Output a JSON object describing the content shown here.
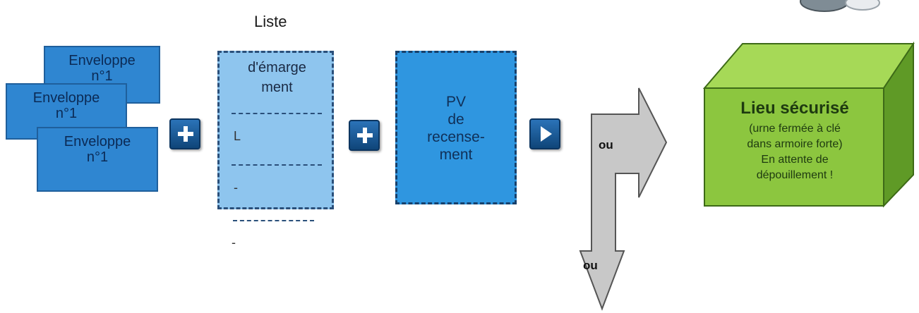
{
  "envelopes": [
    {
      "line1": "Enveloppe",
      "line2": "n°1"
    },
    {
      "line1": "Enveloppe",
      "line2": "n°1"
    },
    {
      "line1": "Enveloppe",
      "line2": "n°1"
    }
  ],
  "liste": {
    "title": "Liste",
    "label_line1": "d'émarge",
    "label_line2": "ment",
    "stray_marks": [
      "L",
      "-",
      "-"
    ]
  },
  "pv": {
    "label_line1": "PV",
    "label_line2": "de",
    "label_line3": "recense-",
    "label_line4": "ment"
  },
  "arrows": {
    "right_label": "ou",
    "down_label": "ou"
  },
  "destination": {
    "title": "Lieu sécurisé",
    "line1": "(urne fermée à clé",
    "line2": "dans armoire forte)",
    "line3": "En attente de",
    "line4": "dépouillement !"
  },
  "colors": {
    "envelope": "#2f86d1",
    "liste_box": "#8ec5ee",
    "pv_box": "#2f96e0",
    "button": "#1a5a99",
    "arrow_gray": "#c8c8c8",
    "green_front": "#8cc63f",
    "green_top": "#a6d957",
    "green_side": "#5f9a26"
  },
  "icons": [
    "plus-icon",
    "plus-icon",
    "play-icon",
    "top-right-object-icon"
  ]
}
